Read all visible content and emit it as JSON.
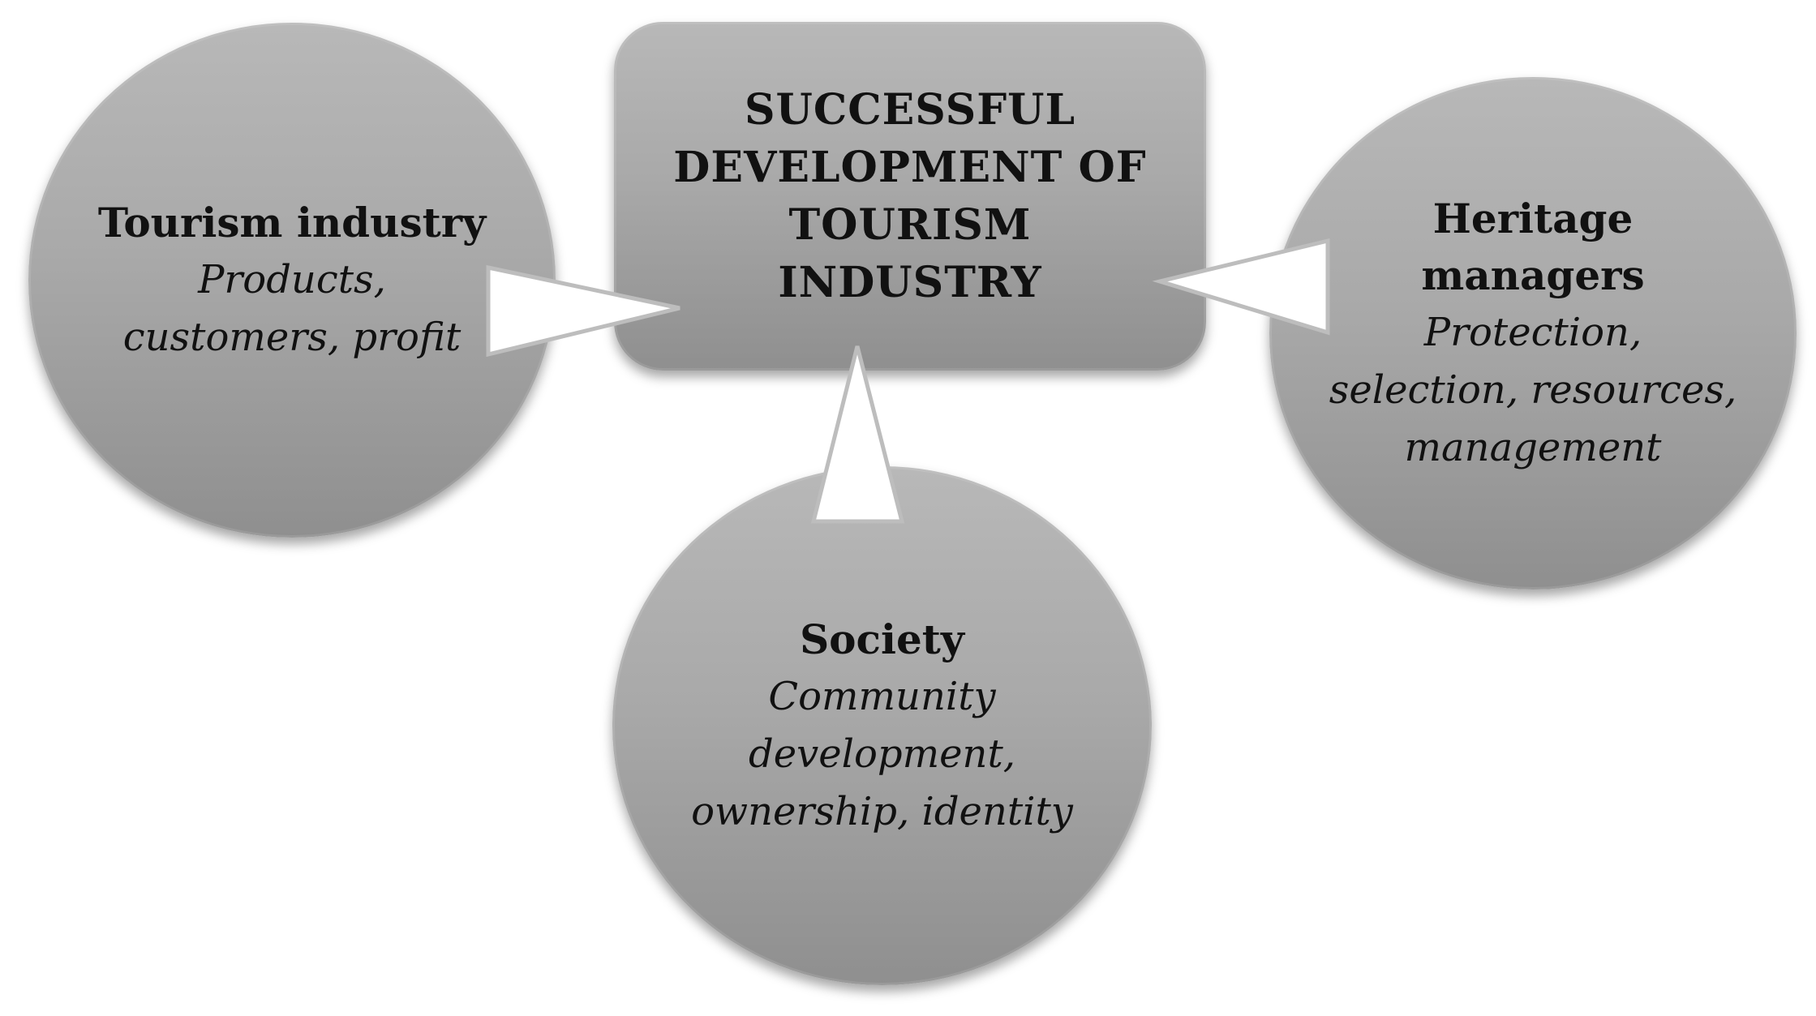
{
  "diagram": {
    "center": {
      "title": "SUCCESSFUL\nDEVELOPMENT OF\nTOURISM\nINDUSTRY"
    },
    "left": {
      "title": "Tourism industry",
      "desc": "Products,\ncustomers, profit"
    },
    "right": {
      "title": "Heritage\nmanagers",
      "desc": "Protection,\nselection, resources,\nmanagement"
    },
    "bottom": {
      "title": "Society",
      "desc": "Community\ndevelopment,\nownership, identity"
    }
  }
}
